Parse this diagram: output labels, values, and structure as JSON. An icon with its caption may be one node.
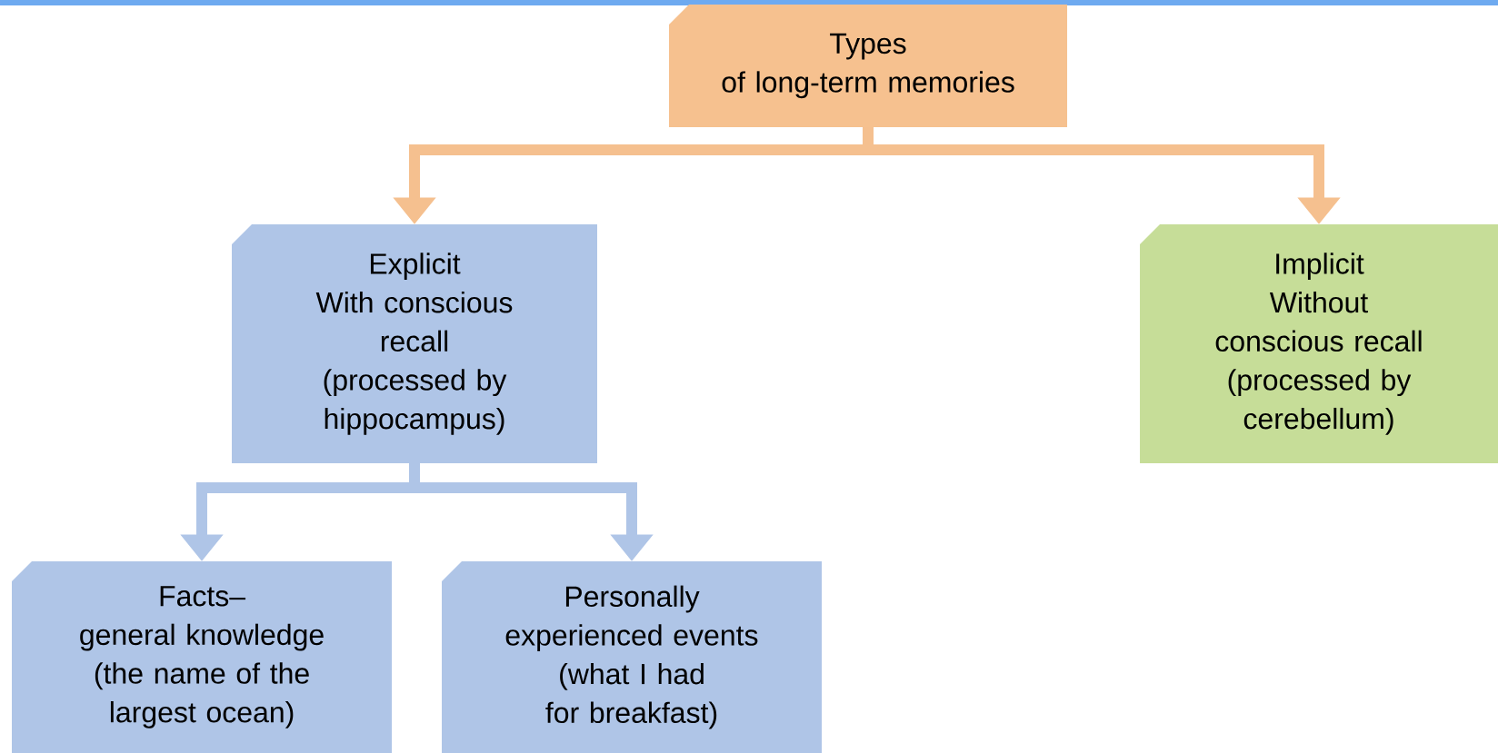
{
  "diagram": {
    "nodes": [
      {
        "text": [
          "Types of long-term memories"
        ]
      },
      {
        "text": [
          "Explicit",
          "With conscious recall",
          "(processed by hippocampus)"
        ]
      },
      {
        "text": [
          "Implicit",
          "Without conscious recall",
          "(processed by cerebellum)"
        ]
      },
      {
        "text": [
          "Facts–",
          "general knowledge",
          "(the name of the largest ocean)"
        ]
      },
      {
        "text": [
          "Personally experienced events",
          "(what I had for breakfast)"
        ]
      }
    ],
    "edges": [
      {
        "from": 0,
        "to": 1,
        "arrow": "to",
        "color": "#f5c08f"
      },
      {
        "from": 0,
        "to": 2,
        "arrow": "to",
        "color": "#f5c08f"
      },
      {
        "from": 1,
        "to": 3,
        "arrow": "to",
        "color": "#afc5e7"
      },
      {
        "from": 1,
        "to": 4,
        "arrow": "to",
        "color": "#afc5e7"
      }
    ]
  }
}
